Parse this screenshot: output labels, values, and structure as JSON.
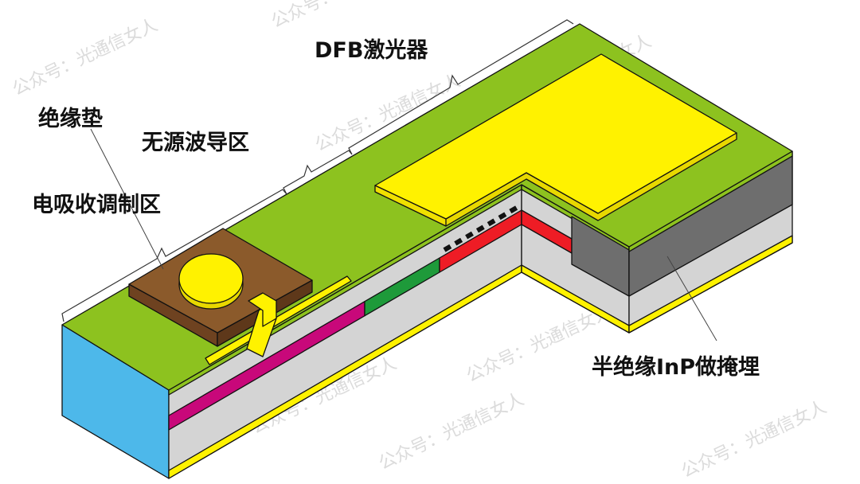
{
  "labels": {
    "insulating_pad": "绝缘垫",
    "passive_waveguide": "无源波导区",
    "eam_region": "电吸收调制区",
    "dfb_laser": "DFB激光器",
    "si_inp_buried": "半绝缘InP做掩埋"
  },
  "watermark": "公众号：光通信女人",
  "colors": {
    "cladding_green": "#8dc21f",
    "substrate_blue": "#4db8ea",
    "inp_gray": "#d4d4d4",
    "metal_yellow": "#fff200",
    "eam_absorber": "#c8087a",
    "passive_core": "#1e9a3a",
    "dfb_active": "#ee1c25",
    "si_inp": "#6e6e6e",
    "insulator_brown": "#8b5a2b"
  }
}
